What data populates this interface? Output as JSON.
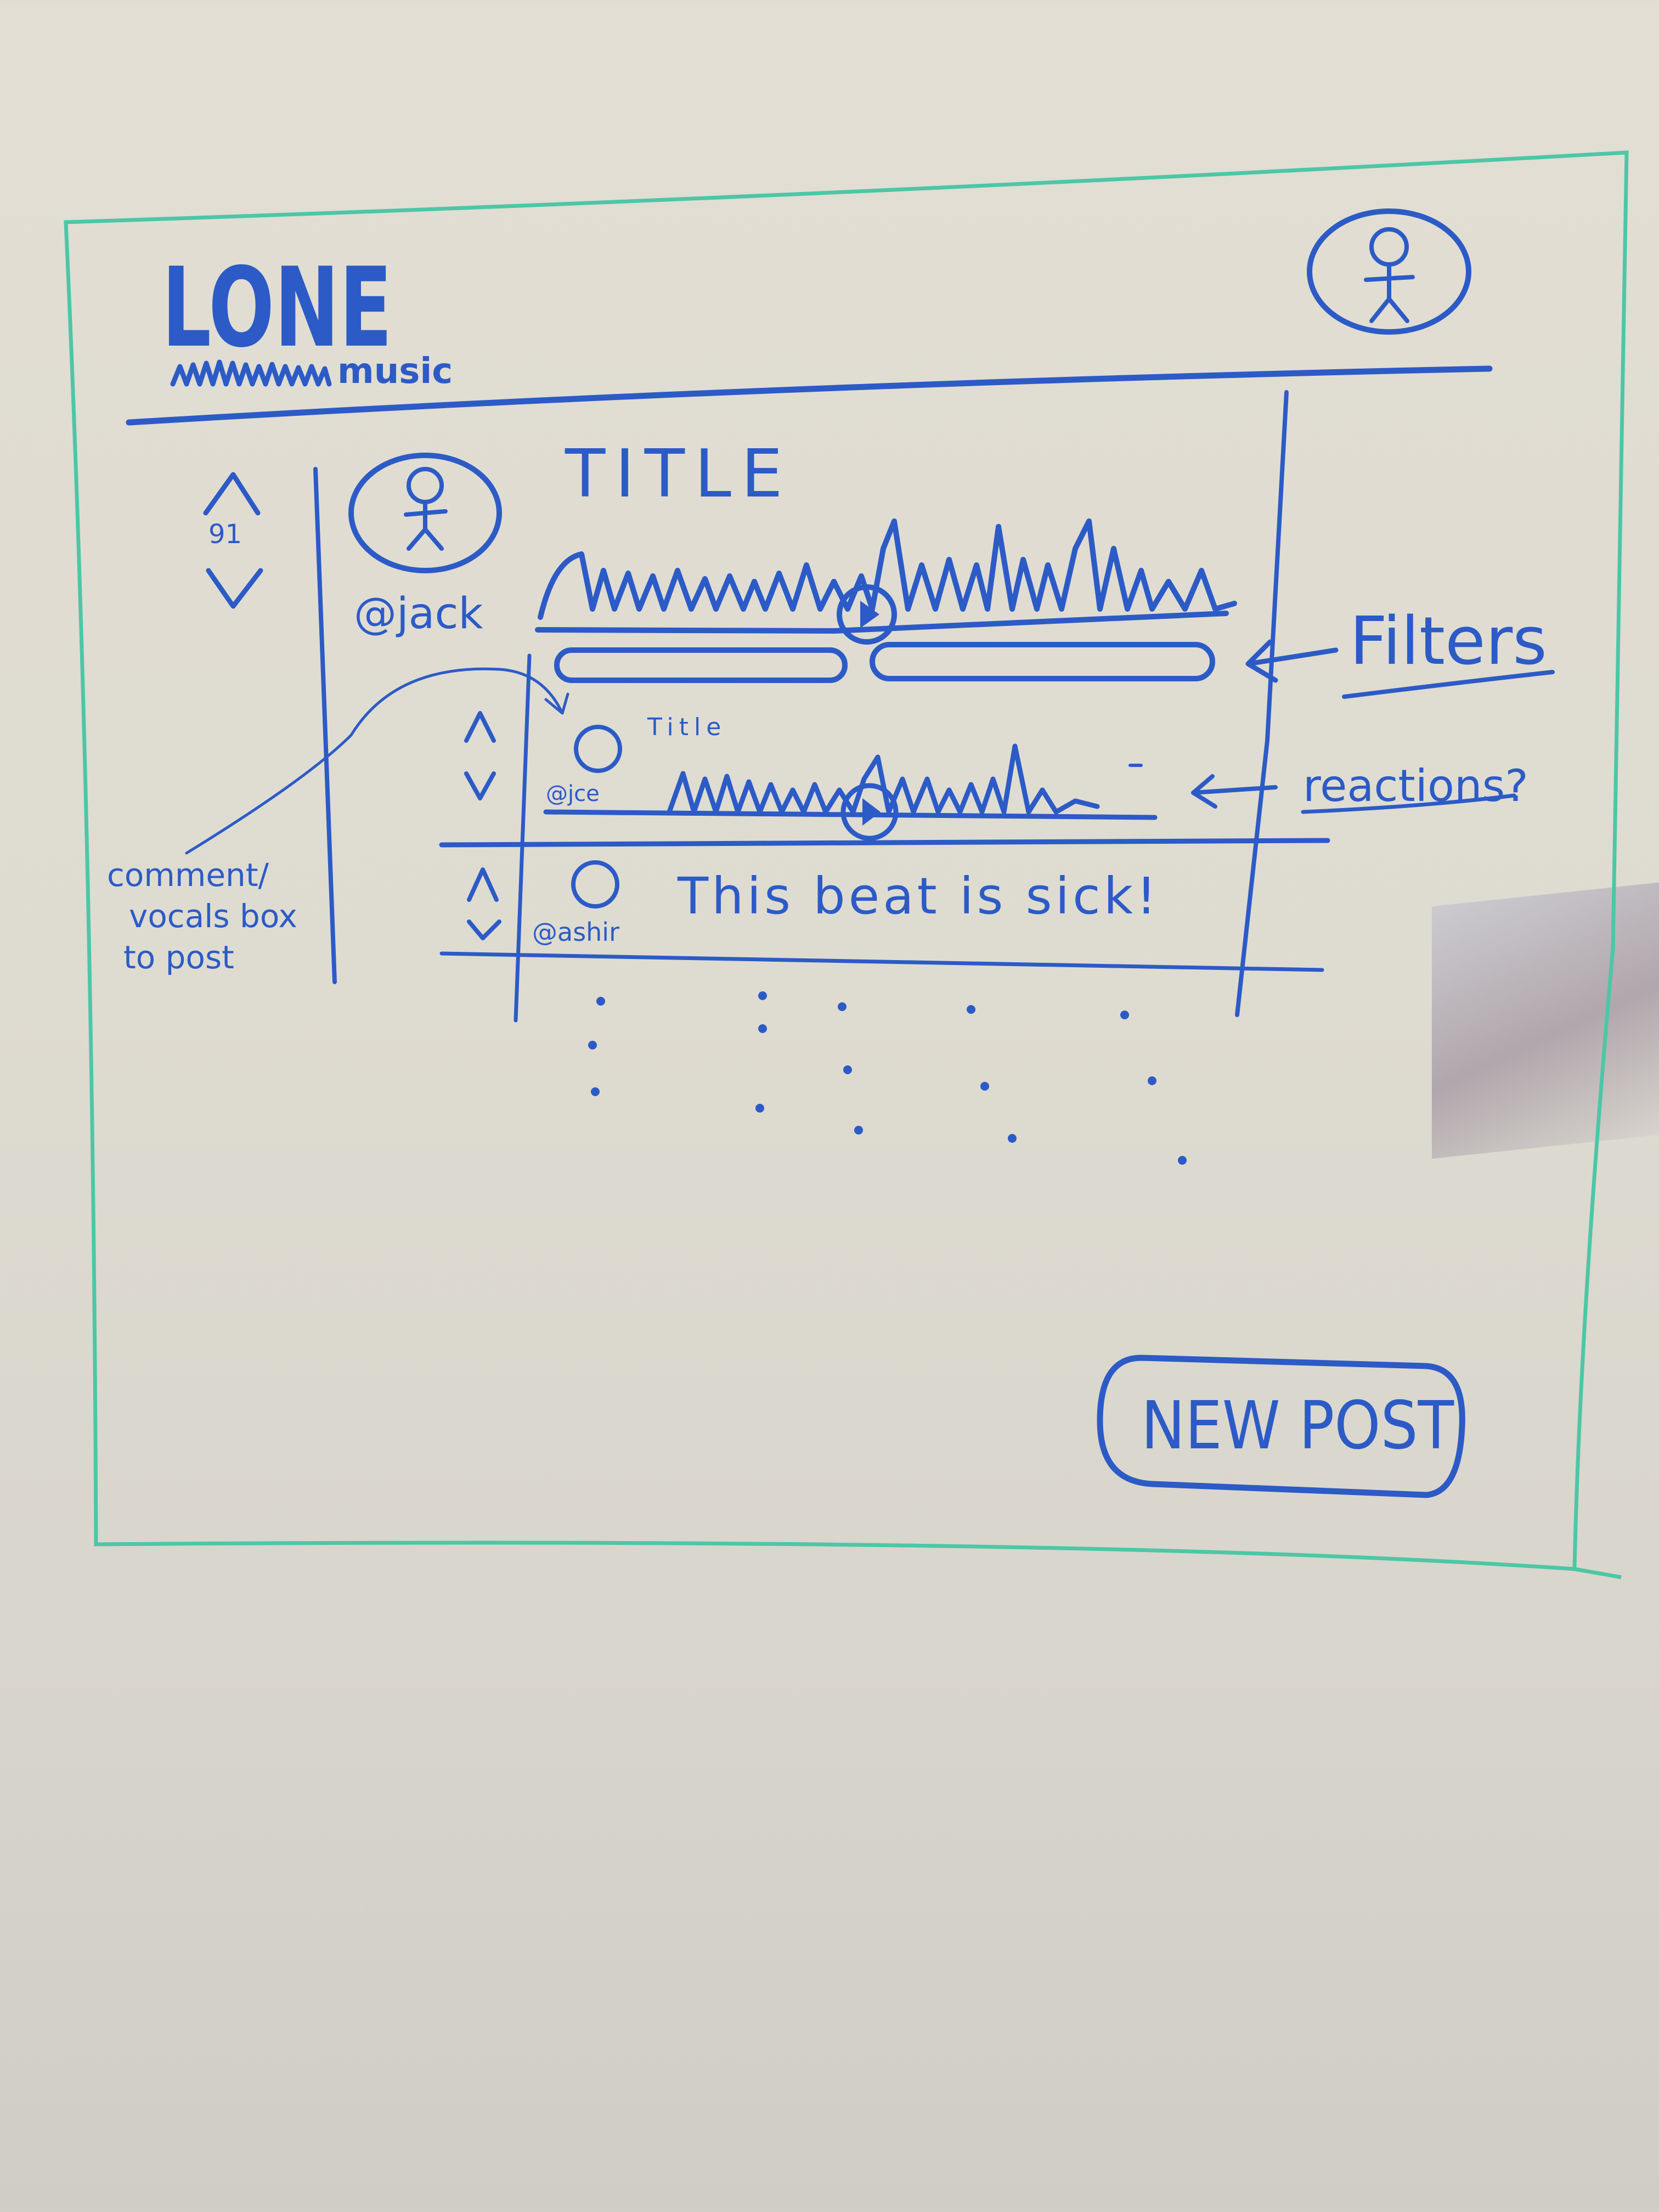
{
  "app": {
    "logo_title": "LONE",
    "logo_subtitle": "music"
  },
  "post": {
    "vote_count": "91",
    "username": "@jack",
    "title": "TITLE"
  },
  "replies": [
    {
      "username": "@jce",
      "title": "Title",
      "kind": "audio"
    },
    {
      "username": "@ashir",
      "text": "This beat is sick!",
      "kind": "text"
    }
  ],
  "annotations": {
    "filters": "Filters",
    "reactions": "reactions?",
    "comment_box": [
      "comment/",
      "vocals box",
      "to post"
    ]
  },
  "actions": {
    "new_post_label": "NEW POST"
  },
  "colors": {
    "marker_blue": "#2c5bc7",
    "frame_green": "#4cc7a6",
    "board": "#e2ded3"
  }
}
